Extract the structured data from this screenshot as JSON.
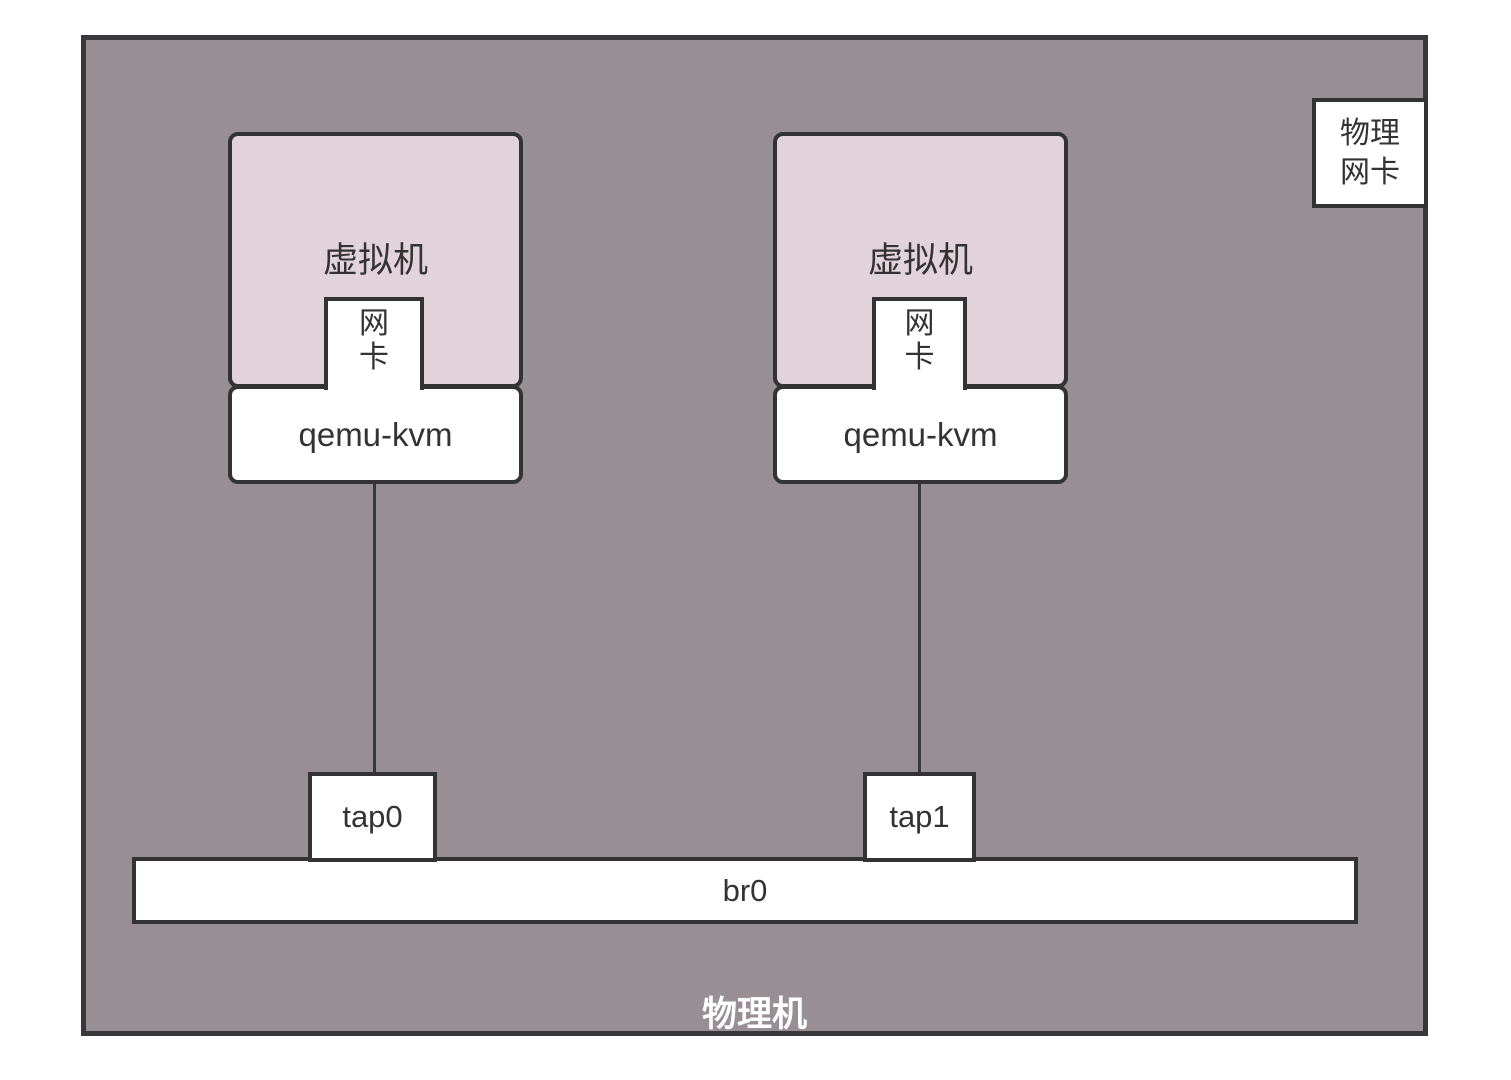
{
  "colors": {
    "host-bg": "#988f94",
    "host-border": "#38383c",
    "vm-bg": "#e1d3d9",
    "box-border": "#333333",
    "box-bg": "#ffffff",
    "text": "#333333",
    "host-label-text": "#ffffff",
    "connector": "#38383c"
  },
  "diagram": {
    "host_label": "物理机",
    "bridge_label": "br0",
    "physical_nic": {
      "line1": "物理",
      "line2": "网卡"
    },
    "vm1": {
      "label": "虚拟机",
      "nic_line1": "网",
      "nic_line2": "卡",
      "process_label": "qemu-kvm",
      "tap_label": "tap0"
    },
    "vm2": {
      "label": "虚拟机",
      "nic_line1": "网",
      "nic_line2": "卡",
      "process_label": "qemu-kvm",
      "tap_label": "tap1"
    }
  }
}
